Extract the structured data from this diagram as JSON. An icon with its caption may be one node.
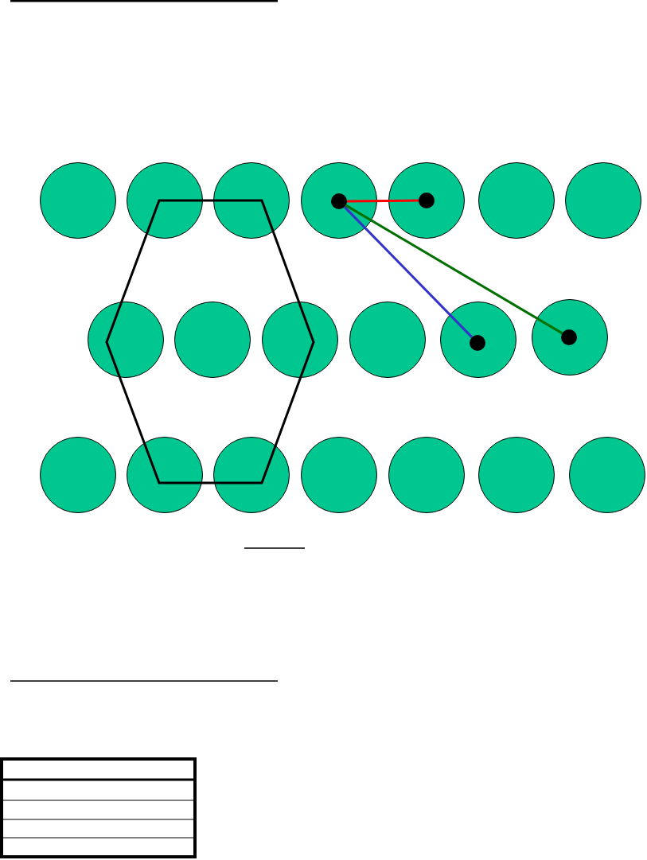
{
  "diagram": {
    "nodes": [
      {
        "text": [],
        "shape": "circle"
      },
      {
        "text": [],
        "shape": "circle"
      },
      {
        "text": [],
        "shape": "circle"
      },
      {
        "text": [],
        "shape": "circle"
      },
      {
        "text": [],
        "shape": "circle",
        "in": 3
      },
      {
        "text": [],
        "shape": "circle"
      },
      {
        "text": [],
        "shape": "circle",
        "in": 5
      },
      {
        "text": [],
        "shape": "circle"
      },
      {
        "text": [],
        "shape": "circle"
      },
      {
        "text": [],
        "shape": "circle"
      },
      {
        "text": [],
        "shape": "circle"
      },
      {
        "text": [],
        "shape": "circle"
      },
      {
        "text": [],
        "shape": "circle"
      },
      {
        "text": [],
        "shape": "circle"
      },
      {
        "text": [],
        "shape": "circle",
        "in": 13
      },
      {
        "text": [],
        "shape": "circle"
      },
      {
        "text": [],
        "shape": "circle",
        "in": 15
      },
      {
        "text": [],
        "shape": "circle"
      },
      {
        "text": [],
        "shape": "circle"
      },
      {
        "text": [],
        "shape": "circle"
      },
      {
        "text": [],
        "shape": "circle"
      },
      {
        "text": [],
        "shape": "circle"
      },
      {
        "text": [],
        "shape": "circle"
      },
      {
        "text": [],
        "shape": "circle"
      }
    ],
    "edges": [
      {
        "from": 4,
        "to": 6,
        "arrow": "none",
        "color": "#ff0000"
      },
      {
        "from": 4,
        "to": 14,
        "arrow": "none",
        "color": "#3333cc"
      },
      {
        "from": 4,
        "to": 16,
        "arrow": "none",
        "color": "#007000"
      }
    ]
  }
}
